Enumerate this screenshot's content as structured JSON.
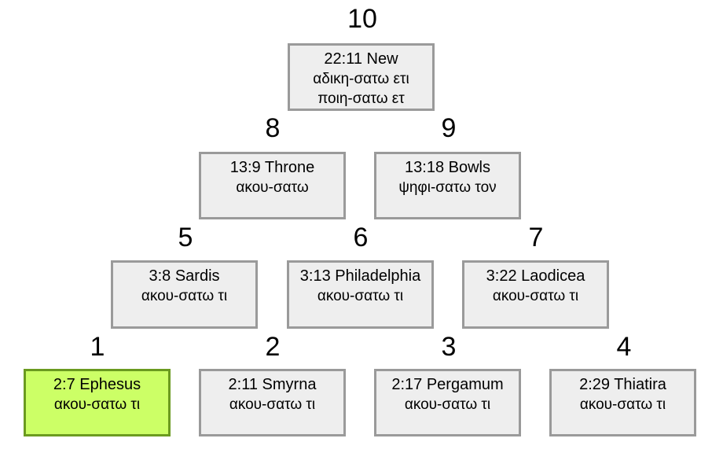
{
  "nodes": {
    "n10": {
      "number": "10",
      "ref": "22:11 New",
      "line2": "αδικη-σατω ετι",
      "line3": "ποιη-σατω ετ"
    },
    "n8": {
      "number": "8",
      "ref": "13:9 Throne",
      "line2": "ακου-σατω"
    },
    "n9": {
      "number": "9",
      "ref": "13:18 Bowls",
      "line2": "ψηφι-σατω τον"
    },
    "n5": {
      "number": "5",
      "ref": "3:8 Sardis",
      "line2": "ακου-σατω τι"
    },
    "n6": {
      "number": "6",
      "ref": "3:13 Philadelphia",
      "line2": "ακου-σατω τι"
    },
    "n7": {
      "number": "7",
      "ref": "3:22 Laodicea",
      "line2": "ακου-σατω τι"
    },
    "n1": {
      "number": "1",
      "ref": "2:7 Ephesus",
      "line2": "ακου-σατω τι",
      "highlighted": true
    },
    "n2": {
      "number": "2",
      "ref": "2:11 Smyrna",
      "line2": "ακου-σατω τι"
    },
    "n3": {
      "number": "3",
      "ref": "2:17 Pergamum",
      "line2": "ακου-σατω τι"
    },
    "n4": {
      "number": "4",
      "ref": "2:29 Thiatira",
      "line2": "ακου-σατω τι"
    }
  },
  "colors": {
    "box_fill": "#eeeeee",
    "box_border": "#9a9a9a",
    "highlight_fill": "#ccff66",
    "highlight_border": "#6b9b20"
  }
}
